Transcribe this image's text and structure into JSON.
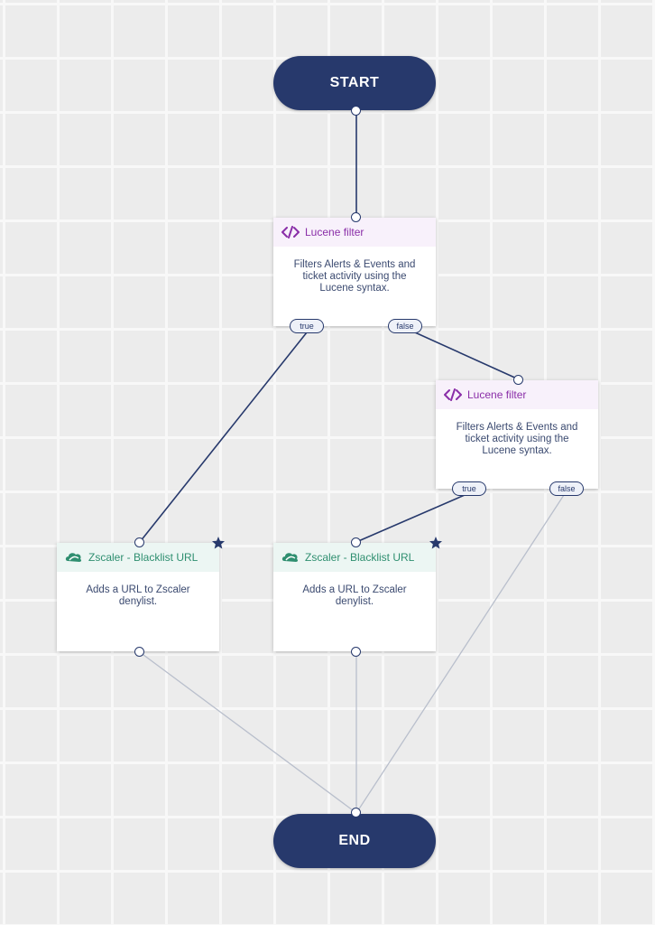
{
  "start_label": "START",
  "end_label": "END",
  "nodes": [
    {
      "title": "Lucene filter",
      "description": "Filters Alerts & Events and ticket activity using the Lucene syntax.",
      "icon": "code-icon"
    },
    {
      "title": "Lucene filter",
      "description": "Filters Alerts & Events and ticket activity using the Lucene syntax.",
      "icon": "code-icon"
    },
    {
      "title": "Zscaler - Blacklist URL",
      "description": "Adds a URL to Zscaler denylist.",
      "icon": "zscaler-cloud-icon"
    },
    {
      "title": "Zscaler - Blacklist URL",
      "description": "Adds a URL to Zscaler denylist.",
      "icon": "zscaler-cloud-icon"
    }
  ],
  "branch_labels": {
    "true": "true",
    "false": "false"
  },
  "colors": {
    "navy": "#27396c",
    "lucene": "#8a2ea8",
    "zscaler": "#2f8f70",
    "grid": "#ececec",
    "connector_light": "#b9bfcc"
  }
}
